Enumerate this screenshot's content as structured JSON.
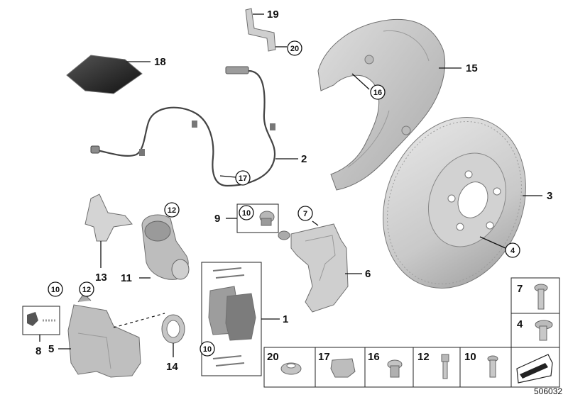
{
  "labels": {
    "n1": "1",
    "n2": "2",
    "n3": "3",
    "n4": "4",
    "n5": "5",
    "n6": "6",
    "n7": "7",
    "n8": "8",
    "n9": "9",
    "n10": "10",
    "n11": "11",
    "n12": "12",
    "n13": "13",
    "n14": "14",
    "n15": "15",
    "n16": "16",
    "n17": "17",
    "n18": "18",
    "n19": "19",
    "n20": "20"
  },
  "small_parts_row": [
    "20",
    "17",
    "16",
    "12",
    "10"
  ],
  "small_parts_col": [
    "7",
    "4"
  ],
  "doc_number": "506032",
  "colors": {
    "part_light": "#dcdcdc",
    "part_mid": "#bdbdbd",
    "part_dark": "#8a8a8a",
    "line": "#111111"
  }
}
